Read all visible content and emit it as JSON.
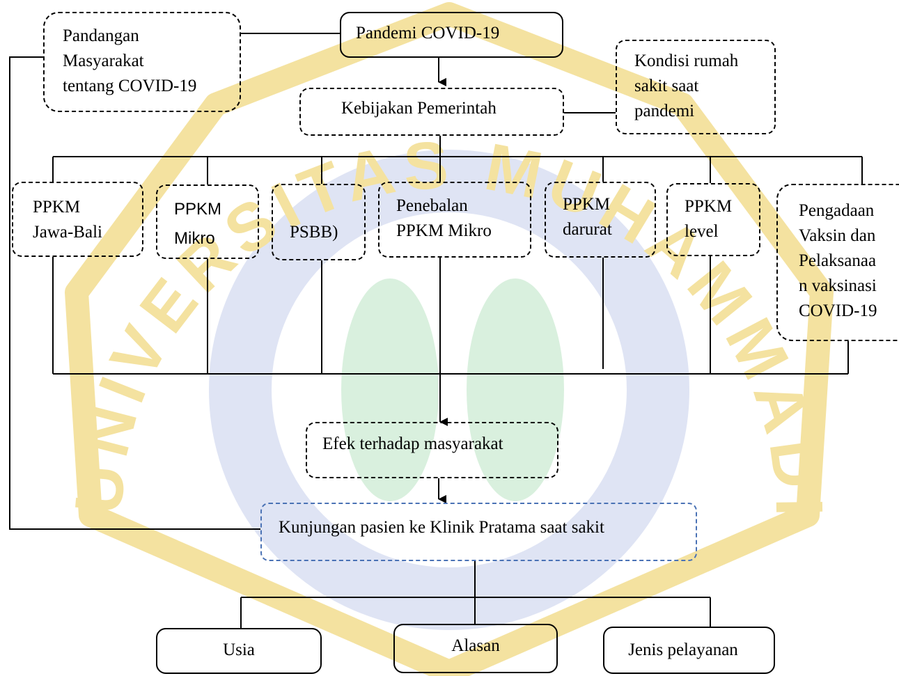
{
  "watermark": {
    "text": "UNIVERSITAS MUHAMMADIYAH",
    "colors": {
      "yellow": "#f6e7a3",
      "green": "#b8e3c2",
      "blue": "#b7c3e6"
    }
  },
  "nodes": {
    "pandemi": "Pandemi COVID-19",
    "pandangan": "Pandangan\nMasyarakat\ntentang COVID-19",
    "kondisi": "Kondisi rumah\nsakit saat\npandemi",
    "kebijakan": "Kebijakan Pemerintah",
    "ppkm_jawa_bali": "PPKM\nJawa-Bali",
    "ppkm_mikro": "PPKM\nMikro",
    "psbb": "PSBB)",
    "penebalan": "Penebalan\nPPKM Mikro",
    "ppkm_darurat": "PPKM\ndarurat",
    "ppkm_level": "PPKM\nlevel",
    "vaksin": "Pengadaan\nVaksin dan\nPelaksanaa\nn vaksinasi\nCOVID-19",
    "efek": "Efek terhadap masyarakat",
    "kunjungan": "Kunjungan pasien ke Klinik Pratama saat sakit",
    "usia": "Usia",
    "alasan": "Alasan",
    "jenis": "Jenis pelayanan"
  }
}
